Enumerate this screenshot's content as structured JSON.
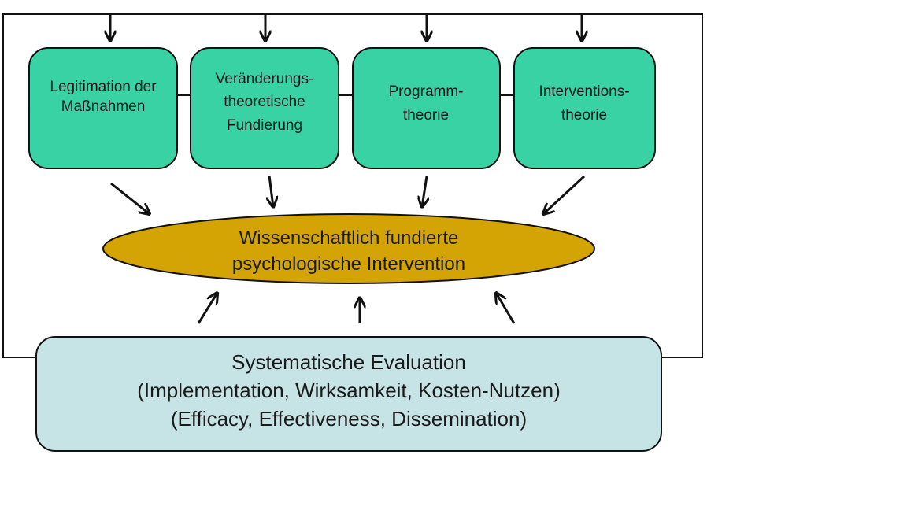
{
  "colors": {
    "top_box_fill": "#38d2a4",
    "center_fill": "#d4a404",
    "evaluation_fill": "#c6e3e6",
    "stroke": "#111111"
  },
  "top_boxes": [
    {
      "lines": [
        "Legitimation der",
        "Maßnahmen"
      ]
    },
    {
      "lines": [
        "Veränderungs-",
        "theoretische",
        "Fundierung"
      ]
    },
    {
      "lines": [
        "Programm-",
        "theorie"
      ]
    },
    {
      "lines": [
        "Interventions-",
        "theorie"
      ]
    }
  ],
  "center": {
    "lines": [
      "Wissenschaftlich fundierte",
      "psychologische Intervention"
    ]
  },
  "evaluation": {
    "lines": [
      "Systematische Evaluation",
      "(Implementation, Wirksamkeit, Kosten-Nutzen)",
      "(Efficacy, Effectiveness, Dissemination)"
    ]
  }
}
